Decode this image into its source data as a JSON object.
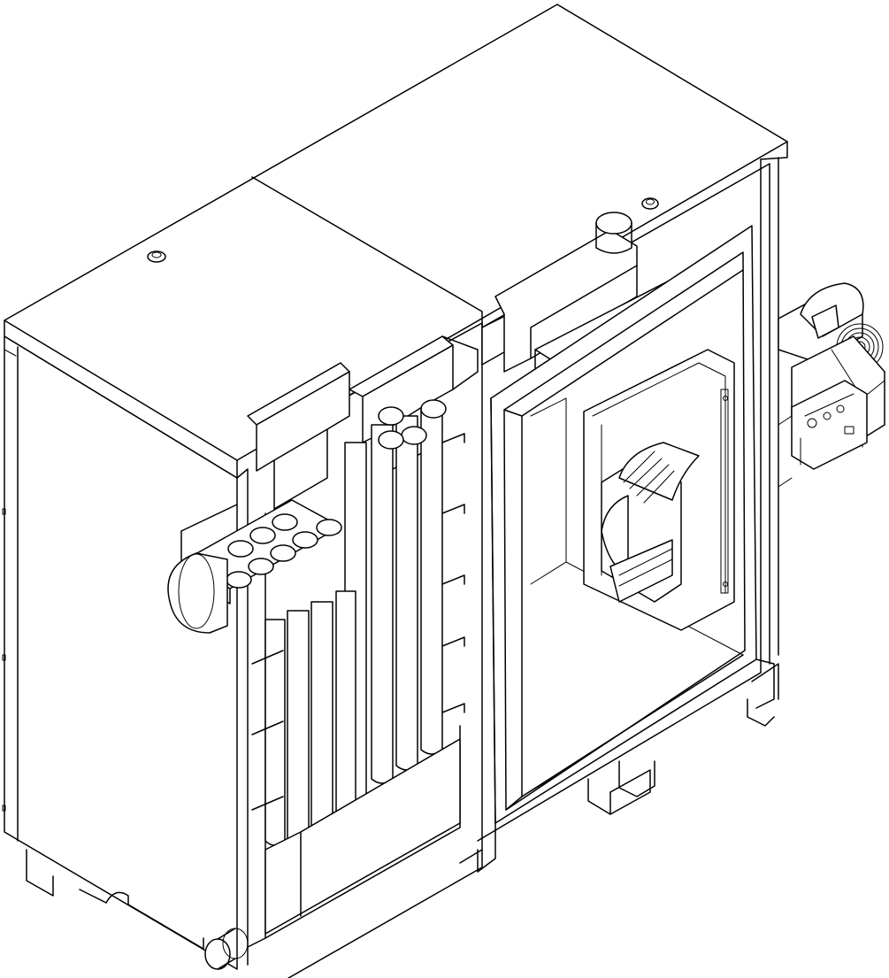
{
  "drawing": {
    "background": "#ffffff",
    "line_color": "#000000",
    "parts": [
      "casing-left-module",
      "casing-right-module",
      "top-cover",
      "heat-exchanger-tubes",
      "combustion-chamber",
      "burner-door",
      "fan-assembly",
      "flue-outlet",
      "return-pipe",
      "base-frame"
    ]
  }
}
